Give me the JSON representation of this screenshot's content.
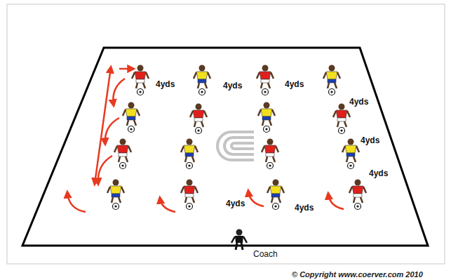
{
  "diagram": {
    "labels": [
      "4yds",
      "4yds",
      "4yds",
      "4yds",
      "4yds",
      "4yds",
      "4yds",
      "4yds",
      "Coach",
      "© Copyright www.coerver.com 2010"
    ]
  }
}
